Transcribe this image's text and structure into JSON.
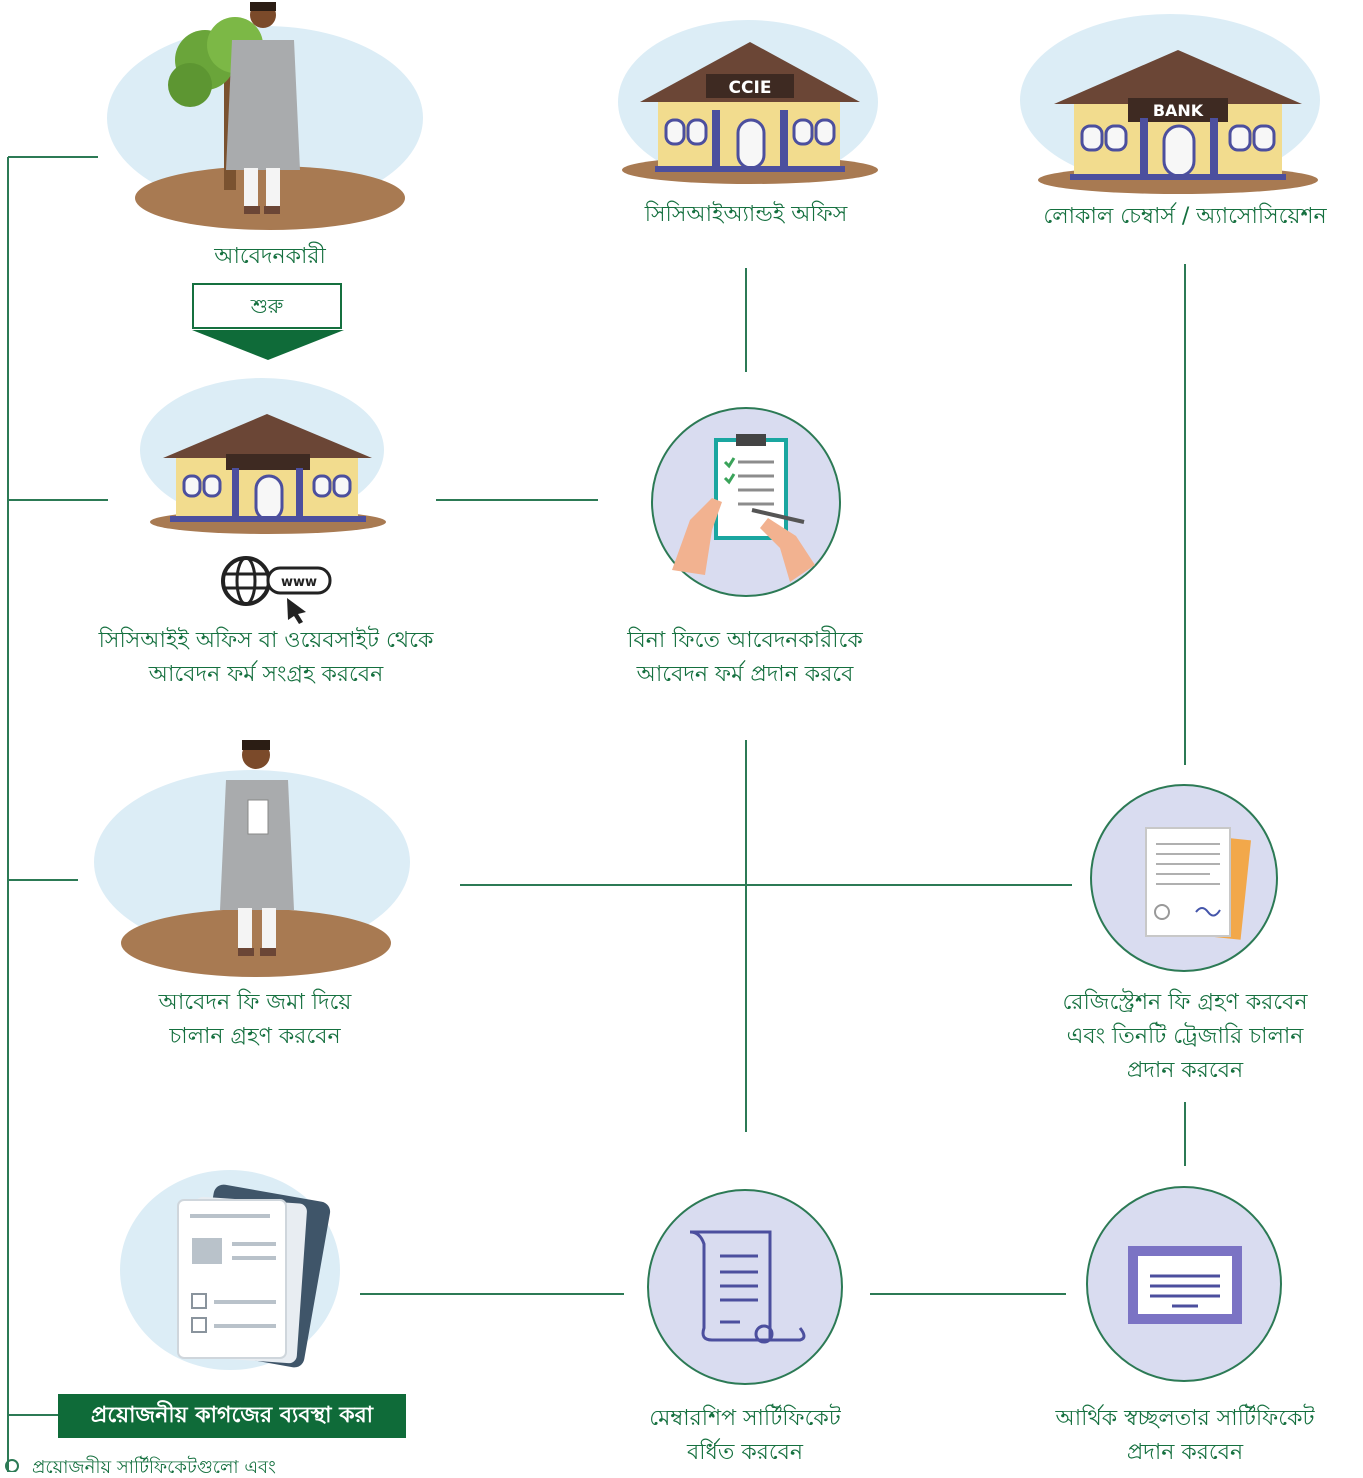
{
  "buildings": {
    "ccie_sign": "CCIE",
    "bank_sign": "BANK",
    "www_label": "www"
  },
  "labels": {
    "applicant": "আবেদনকারী",
    "start": "শুরু",
    "ccie_office": "সিসিআইঅ্যান্ডই অফিস",
    "local_chambers": "লোকাল চেম্বার্স / অ্যাসোসিয়েশন",
    "collect_form": [
      "সিসিআইই অফিস বা ওয়েবসাইট থেকে",
      "আবেদন ফর্ম সংগ্রহ করবেন"
    ],
    "provide_form": [
      "বিনা ফিতে আবেদনকারীকে",
      "আবেদন ফর্ম প্রদান করবে"
    ],
    "pay_fee": [
      "আবেদন ফি জমা দিয়ে",
      "চালান গ্রহণ করবেন"
    ],
    "registration_fee": [
      "রেজিস্ট্রেশন ফি গ্রহণ করবেন",
      "এবং তিনটি ট্রেজারি চালান",
      "প্রদান করবেন"
    ],
    "documents_banner": "প্রয়োজনীয় কাগজের ব্যবস্থা করা",
    "membership_cert": [
      "মেম্বারশিপ সার্টিফিকেট",
      "বর্ধিত করবেন"
    ],
    "solvency_cert": [
      "আর্থিক স্বচ্ছলতার সার্টিফিকেট",
      "প্রদান করবেন"
    ],
    "cut_note": "প্রয়োজনীয় সার্টিফিকেটগুলো এবং"
  },
  "colors": {
    "line": "#2c7a55",
    "text": "#15703f",
    "banner": "#0f6b39",
    "blob": "#dcedf6",
    "ground": "#a87a52",
    "roof": "#6b4636",
    "wall": "#f2dc8e",
    "circle_bg": "#d9dcf0"
  }
}
